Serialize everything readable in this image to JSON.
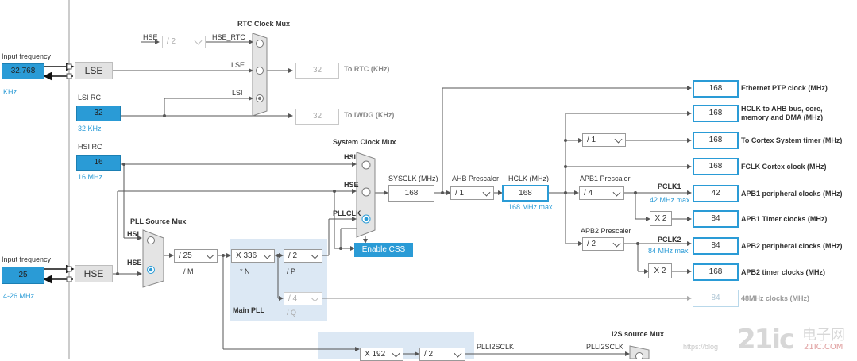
{
  "lse_input": {
    "label": "Input frequency",
    "value": "32.768",
    "unit": "KHz",
    "block": "LSE"
  },
  "lsi": {
    "label": "LSI RC",
    "value": "32",
    "unit": "32 KHz"
  },
  "hsi": {
    "label": "HSI RC",
    "value": "16",
    "unit": "16 MHz"
  },
  "hse_input": {
    "label": "Input frequency",
    "value": "25",
    "unit": "4-26 MHz",
    "block": "HSE"
  },
  "rtc": {
    "mux_title": "RTC Clock Mux",
    "hse_label": "HSE",
    "div": "/ 2",
    "hse_rtc": "HSE_RTC",
    "lse": "LSE",
    "lsi": "LSI",
    "rtc_value": "32",
    "rtc_label": "To RTC (KHz)",
    "iwdg_value": "32",
    "iwdg_label": "To IWDG (KHz)"
  },
  "sysmux": {
    "title": "System Clock Mux",
    "hsi": "HSI",
    "hse": "HSE",
    "pllclk": "PLLCLK",
    "css": "Enable CSS"
  },
  "pll_source": {
    "title": "PLL Source Mux",
    "hsi": "HSI",
    "hse": "HSE"
  },
  "pll": {
    "m": "/ 25",
    "m_label": "/ M",
    "n": "X 336",
    "n_label": "* N",
    "p": "/ 2",
    "p_label": "/ P",
    "q": "/ 4",
    "q_label": "/ Q",
    "title": "Main PLL"
  },
  "sysclk": {
    "label": "SYSCLK (MHz)",
    "value": "168"
  },
  "ahb": {
    "label": "AHB Prescaler",
    "value": "/ 1"
  },
  "hclk": {
    "label": "HCLK (MHz)",
    "value": "168",
    "max": "168 MHz max"
  },
  "cortex_div": "/ 1",
  "apb1": {
    "label": "APB1 Prescaler",
    "value": "/ 4",
    "pclk": "PCLK1",
    "max": "42 MHz max",
    "timer_mul": "X 2"
  },
  "apb2": {
    "label": "APB2 Prescaler",
    "value": "/ 2",
    "pclk": "PCLK2",
    "max": "84 MHz max",
    "timer_mul": "X 2"
  },
  "outputs": [
    {
      "value": "168",
      "label": "Ethernet PTP clock (MHz)"
    },
    {
      "value": "168",
      "label": "HCLK to AHB bus, core, memory and DMA (MHz)"
    },
    {
      "value": "168",
      "label": "To Cortex System timer (MHz)"
    },
    {
      "value": "168",
      "label": "FCLK Cortex clock (MHz)"
    },
    {
      "value": "42",
      "label": "APB1 peripheral clocks (MHz)"
    },
    {
      "value": "84",
      "label": "APB1 Timer clocks (MHz)"
    },
    {
      "value": "84",
      "label": "APB2 peripheral clocks (MHz)"
    },
    {
      "value": "168",
      "label": "APB2 timer clocks (MHz)"
    },
    {
      "value": "84",
      "label": "48MHz clocks (MHz)"
    }
  ],
  "plli2s": {
    "n": "X 192",
    "r": "/ 2",
    "label": "PLLI2SCLK",
    "mux_title": "I2S source Mux",
    "mux_in": "PLLI2SCLK"
  },
  "watermark": {
    "url": "https://blog",
    "logo_a": "21ic",
    "logo_b": "电子网",
    "logo_c": "21IC.COM"
  }
}
